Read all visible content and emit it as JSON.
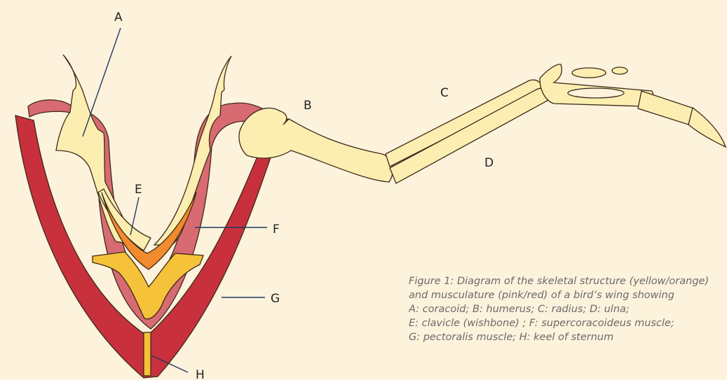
{
  "labels": {
    "A": "A",
    "B": "B",
    "C": "C",
    "D": "D",
    "E": "E",
    "F": "F",
    "G": "G",
    "H": "H"
  },
  "caption": {
    "line1": "Figure 1: Diagram of the skeletal structure (yellow/orange)",
    "line2": "and musculature (pink/red) of a bird’s wing showing",
    "line3": "A: coracoid; B: humerus; C: radius; D: ulna;",
    "line4": "E: clavicle (wishbone) ; F: supercoracoideus muscle;",
    "line5": "G: pectoralis muscle; H: keel of sternum"
  },
  "colors": {
    "background": "#fdf2dc",
    "bone": "#fbeeb0",
    "pectoralis": "#c8313c",
    "supracoracoideus": "#d86a72",
    "clavicle": "#f28a2e",
    "sternum": "#f6c23a"
  }
}
